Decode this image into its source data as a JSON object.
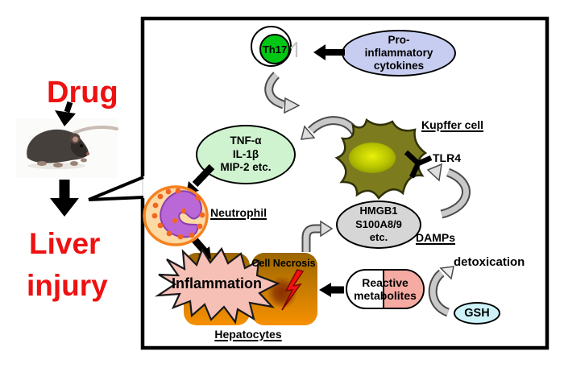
{
  "left_panel": {
    "drug": "Drug",
    "liver_line1": "Liver",
    "liver_line2": "injury"
  },
  "diagram": {
    "th17_label": "Th17",
    "pro_inflammatory": [
      "Pro-",
      "inflammatory",
      "cytokines"
    ],
    "cytokines": [
      "TNF-α",
      "IL-1β",
      "MIP-2 etc."
    ],
    "kupffer_label": "Kupffer cell",
    "tlr4_label": "TLR4",
    "neutrophil_label": "Neutrophil",
    "damps": [
      "HMGB1",
      "S100A8/9",
      "etc."
    ],
    "damps_label": "DAMPs",
    "cell_necrosis_label": "Cell Necrosis",
    "inflammation_label": "Inflammation",
    "hepatocytes_label": "Hepatocytes",
    "reactive_metabolites": [
      "Reactive",
      "metabolites"
    ],
    "detoxication_label": "detoxication",
    "gsh_label": "GSH"
  },
  "colors": {
    "red_text": "#ee1111",
    "pro_inflammatory_fill": "#c7cdf0",
    "cytokines_fill": "#cff3cf",
    "th17_green": "#00c713",
    "kupffer_body": "#7c7c1e",
    "kupffer_nucleus": "#dde000",
    "neutrophil_fill": "#fdd9a4",
    "neutrophil_border": "#f58220",
    "neutrophil_nucleus": "#ba68d8",
    "hepatocyte_top": "#9a6500",
    "hepatocyte_bottom": "#f79000",
    "inflammation_fill": "#f7c0b6",
    "damps_fill": "#d6d6d6",
    "metabolites_pink": "#f5aaa2",
    "gsh_fill": "#cdf3f8",
    "lightning_red": "#f51111",
    "arrow_gray": "#c9c9c9"
  }
}
